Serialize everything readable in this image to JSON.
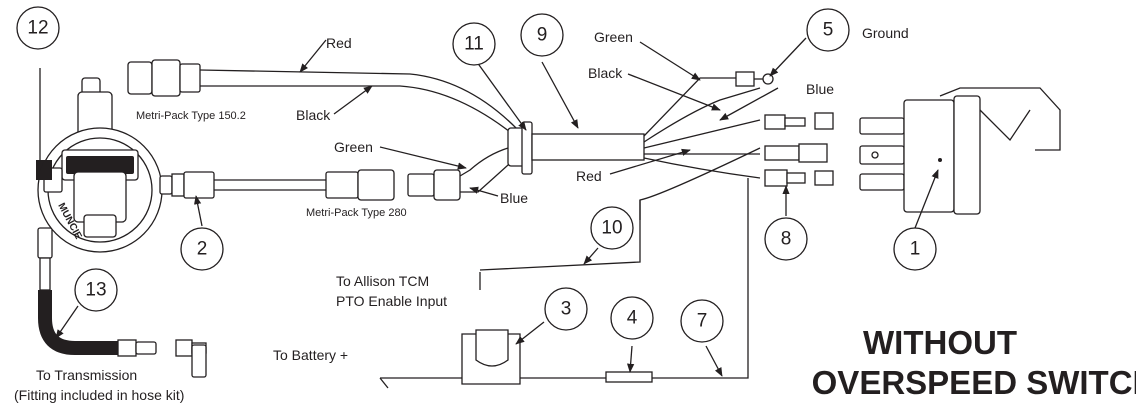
{
  "callouts": [
    "1",
    "2",
    "3",
    "4",
    "5",
    "7",
    "8",
    "9",
    "10",
    "11",
    "12",
    "13"
  ],
  "wire_labels": {
    "red_top": "Red",
    "black_top": "Black",
    "metri_150": "Metri-Pack Type 150.2",
    "green_left": "Green",
    "blue_left": "Blue",
    "metri_280": "Metri-Pack Type 280",
    "green_right": "Green",
    "black_right": "Black",
    "blue_right": "Blue",
    "ground": "Ground",
    "red_right": "Red"
  },
  "notes": {
    "allison_1": "To Allison TCM",
    "allison_2": "PTO Enable Input",
    "battery": "To Battery +",
    "transmission_1": "To Transmission",
    "transmission_2": "(Fitting included in hose kit)"
  },
  "brand_text": "MUNCIE",
  "heading": {
    "line1": "WITHOUT",
    "line2": "OVERSPEED SWITCH"
  }
}
